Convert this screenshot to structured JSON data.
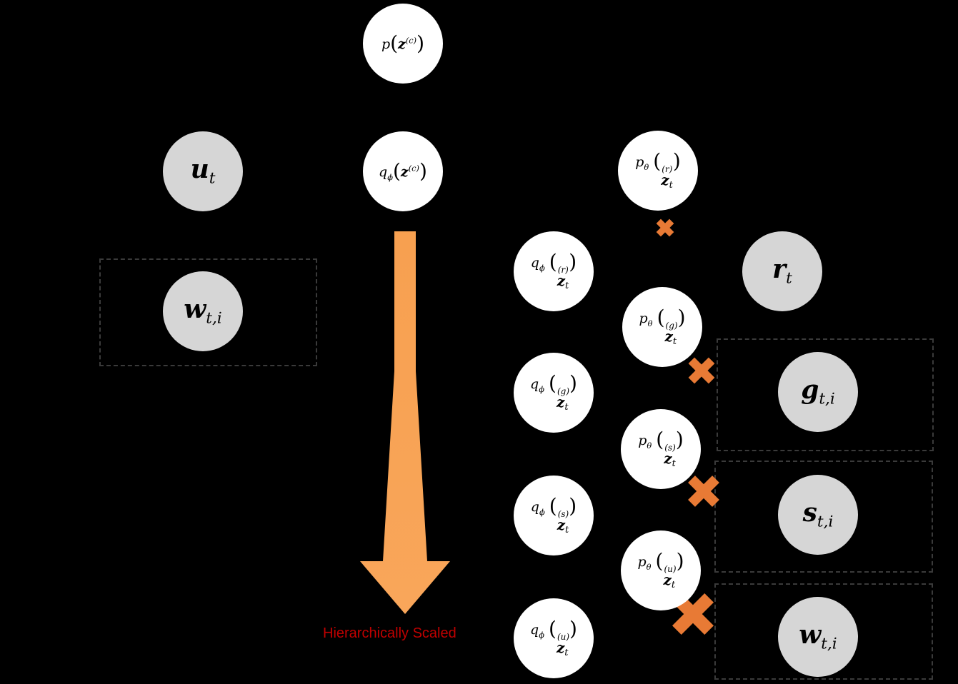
{
  "caption": "Hierarchically Scaled",
  "colors": {
    "background": "#000000",
    "latent_node": "#ffffff",
    "observed_node": "#d6d6d6",
    "arrow": "#f7a050",
    "cross": "#e87a35",
    "caption": "#c00000",
    "plate_border": "#3a3a3a"
  },
  "icons": [
    "down-arrow-icon",
    "cross-icon"
  ],
  "nodes": {
    "prior_global": {
      "fn": "p",
      "var": "z",
      "sup": "(c)"
    },
    "posterior_global": {
      "fn": "q",
      "fn_sub": "ϕ",
      "var": "z",
      "sup": "(c)"
    },
    "u_t": {
      "var": "u",
      "sub": "t"
    },
    "w_t_i_left": {
      "var": "w",
      "sub": "t,i"
    },
    "q_r": {
      "fn": "q",
      "fn_sub": "ϕ",
      "var": "z",
      "var_sub": "t",
      "sup": "(r)"
    },
    "q_g": {
      "fn": "q",
      "fn_sub": "ϕ",
      "var": "z",
      "var_sub": "t",
      "sup": "(g)"
    },
    "q_s": {
      "fn": "q",
      "fn_sub": "ϕ",
      "var": "z",
      "var_sub": "t",
      "sup": "(s)"
    },
    "q_u": {
      "fn": "q",
      "fn_sub": "ϕ",
      "var": "z",
      "var_sub": "t",
      "sup": "(u)"
    },
    "p_r": {
      "fn": "p",
      "fn_sub": "θ",
      "var": "z",
      "var_sub": "t",
      "sup": "(r)"
    },
    "p_g": {
      "fn": "p",
      "fn_sub": "θ",
      "var": "z",
      "var_sub": "t",
      "sup": "(g)"
    },
    "p_s": {
      "fn": "p",
      "fn_sub": "θ",
      "var": "z",
      "var_sub": "t",
      "sup": "(s)"
    },
    "p_u": {
      "fn": "p",
      "fn_sub": "θ",
      "var": "z",
      "var_sub": "t",
      "sup": "(u)"
    },
    "r_t": {
      "var": "r",
      "sub": "t"
    },
    "g_t_i": {
      "var": "g",
      "sub": "t,i"
    },
    "s_t_i": {
      "var": "s",
      "sub": "t,i"
    },
    "w_t_i_right": {
      "var": "w",
      "sub": "t,i"
    }
  }
}
